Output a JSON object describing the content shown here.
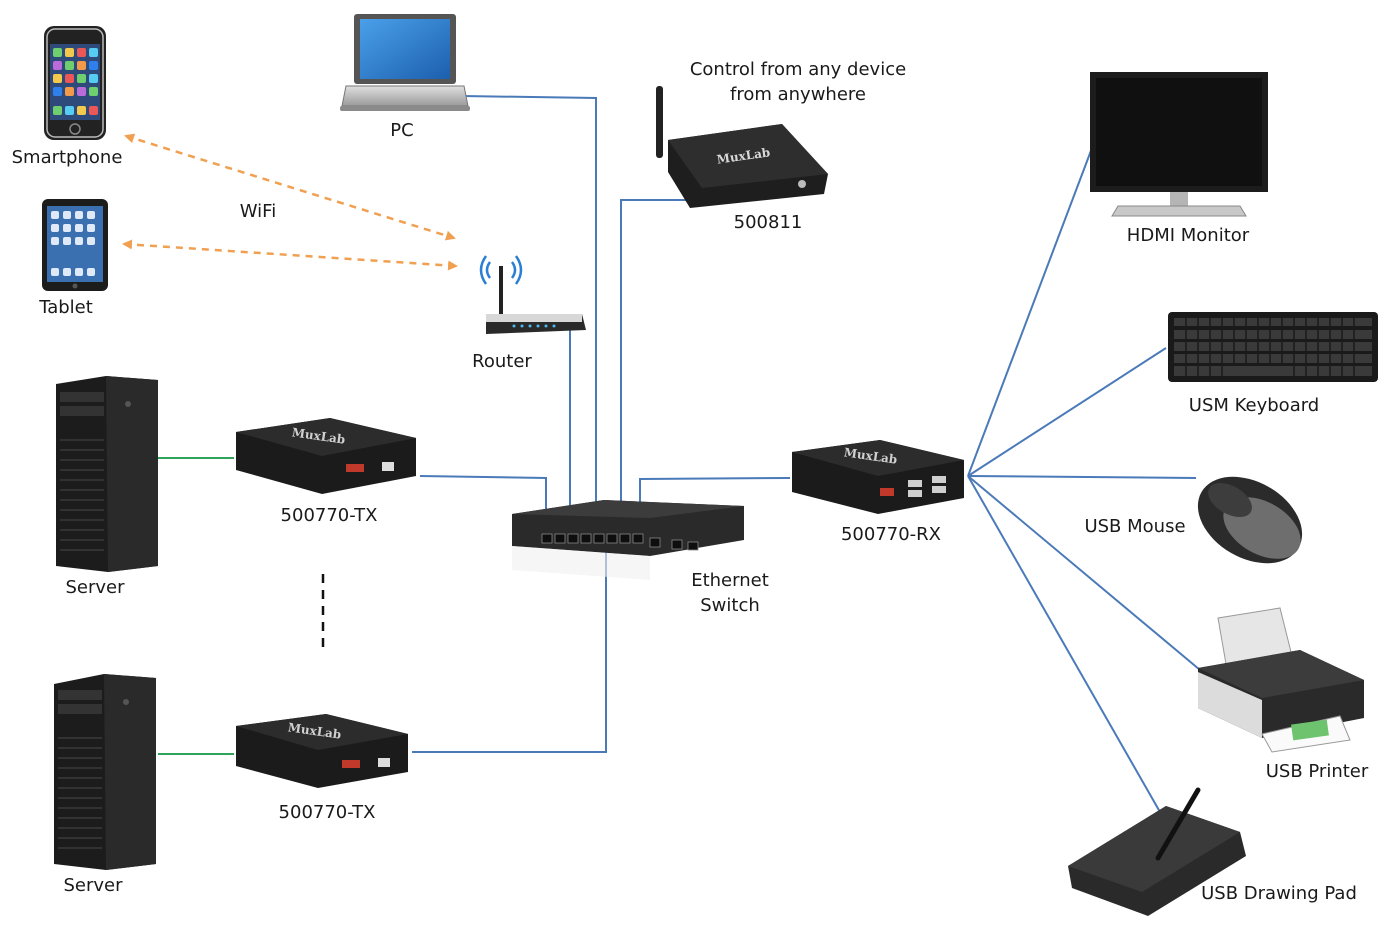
{
  "devices": {
    "smartphone": "Smartphone",
    "tablet": "Tablet",
    "pc": "PC",
    "router": "Router",
    "controller_caption_line1": "Control from any device",
    "controller_caption_line2": "from anywhere",
    "controller": "500811",
    "hdmi_monitor": "HDMI Monitor",
    "keyboard": "USM Keyboard",
    "mouse": "USB Mouse",
    "printer": "USB Printer",
    "drawing_pad": "USB Drawing Pad",
    "transmitter_top": "500770-TX",
    "transmitter_bottom": "500770-TX",
    "receiver": "500770-RX",
    "switch_line1": "Ethernet",
    "switch_line2": "Switch",
    "server_top": "Server",
    "server_bottom": "Server",
    "wifi": "WiFi"
  },
  "brand": {
    "device_logo": "MuxLab"
  },
  "colors": {
    "ethernet_link": "#4a7ab8",
    "server_link": "#2ea35a",
    "wifi_link": "#f0a050"
  }
}
